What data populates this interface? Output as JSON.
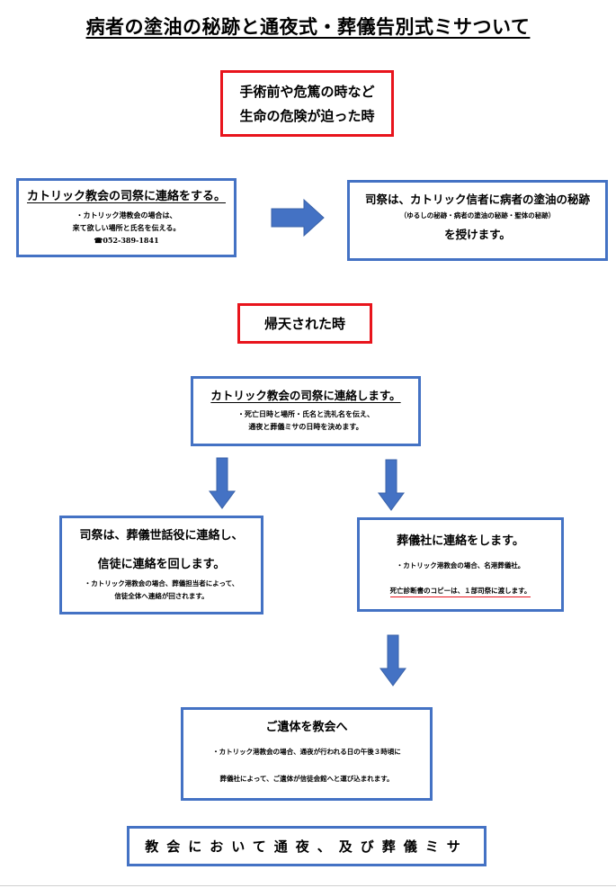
{
  "title": "病者の塗油の秘跡と通夜式・葬儀告別式ミサついて",
  "danger_box": {
    "line1": "手術前や危篤の時など",
    "line2": "生命の危険が迫った時"
  },
  "contact_priest": {
    "heading": "カトリック教会の司祭に連絡をする。",
    "note1": "・カトリック港教会の場合は、",
    "note2": "来て欲しい場所と氏名を伝える。",
    "phone": "☎052-389-1841"
  },
  "priest_sacrament": {
    "line1": "司祭は、カトリック信者に病者の塗油の秘跡",
    "note": "（ゆるしの秘跡・病者の塗油の秘跡・聖体の秘跡）",
    "line2": "を授けます。"
  },
  "death_box": {
    "label": "帰天された時"
  },
  "contact_priest2": {
    "heading": "カトリック教会の司祭に連絡します。",
    "note1": "・死亡日時と場所・氏名と洗礼名を伝え、",
    "note2": "通夜と葬儀ミサの日時を決めます。"
  },
  "priest_funeral": {
    "line1": "司祭は、葬儀世話役に連絡し、",
    "line2": "信徒に連絡を回します。",
    "note1": "・カトリック港教会の場合、葬儀担当者によって、",
    "note2": "信徒全体へ連絡が回されます。"
  },
  "funeral_company": {
    "heading": "葬儀社に連絡をします。",
    "note1": "・カトリック港教会の場合、名港葬儀社。",
    "note2": "死亡診断書のコピーは、１部司祭に渡します。"
  },
  "body_to_church": {
    "heading": "ご遺体を教会へ",
    "note1": "・カトリック港教会の場合、通夜が行われる日の午後３時頃に",
    "note2": "葬儀社によって、ご遺体が信徒会館へと運び込まれます。"
  },
  "final_box": {
    "label": "教会において通夜、及び葬儀ミサ"
  },
  "colors": {
    "red_border": "#e8141c",
    "blue_border": "#4472c4",
    "arrow_fill": "#4472c4"
  }
}
